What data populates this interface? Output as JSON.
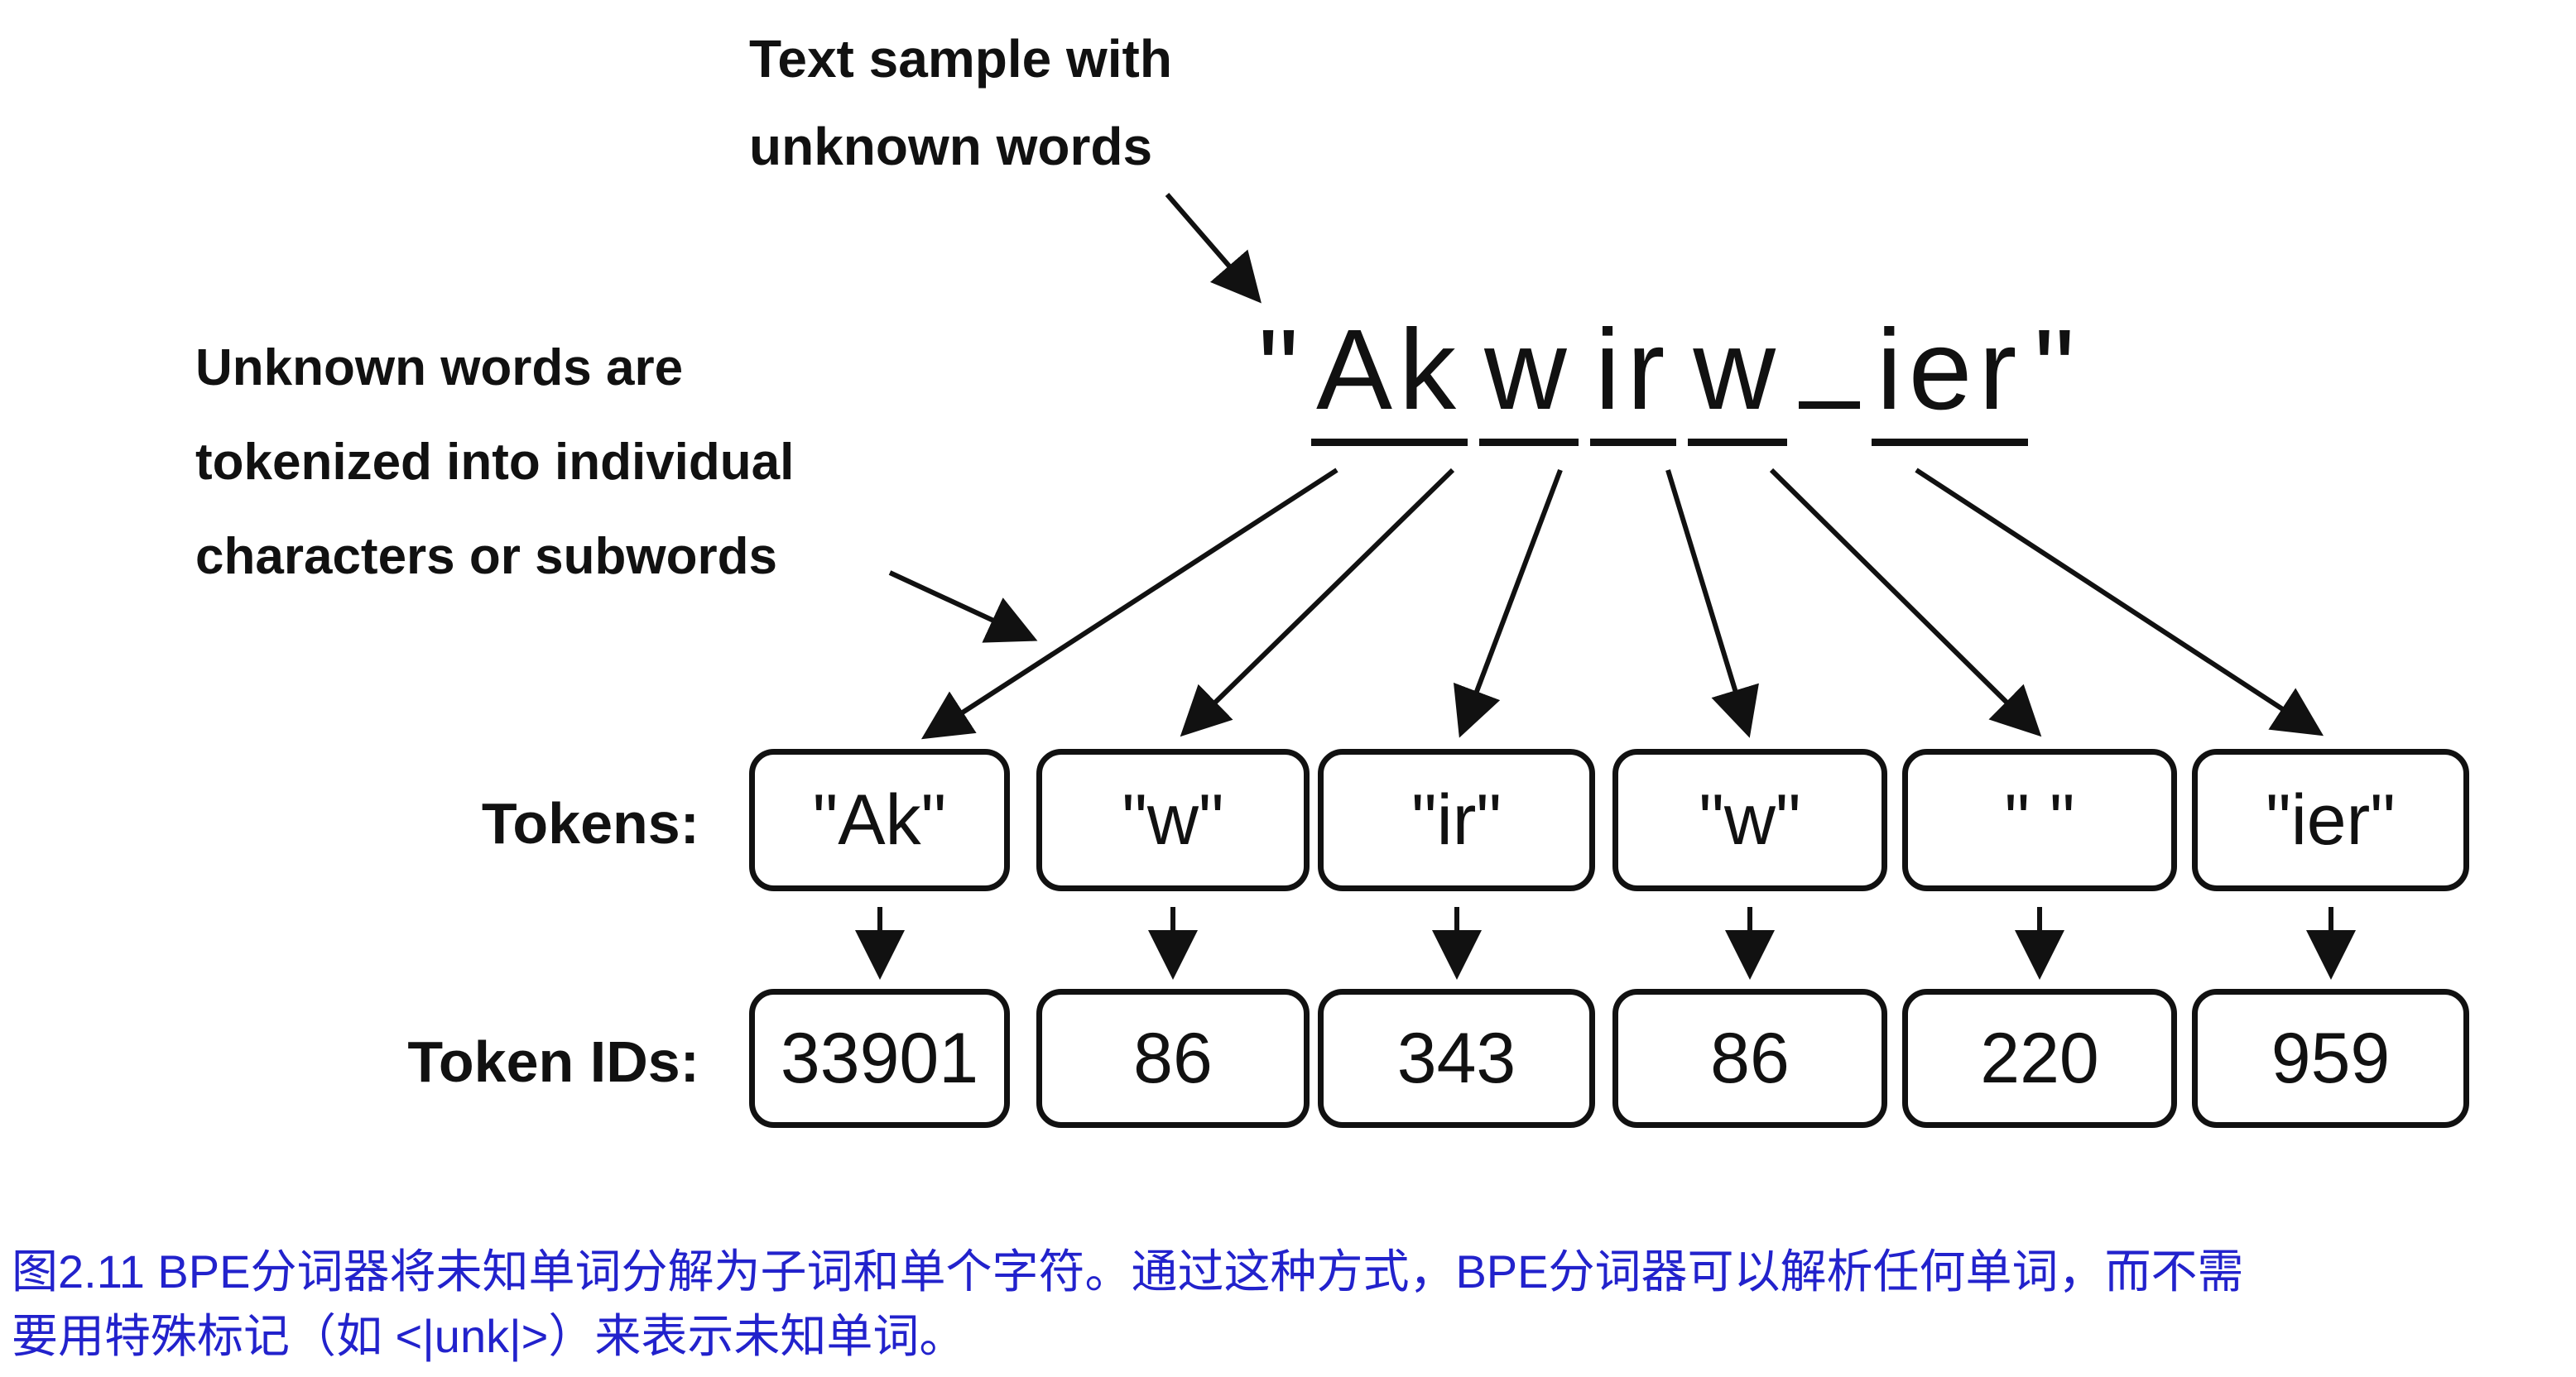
{
  "annotations": {
    "top": {
      "line1": "Text sample with",
      "line2": "unknown words"
    },
    "left": {
      "line1": "Unknown words are",
      "line2": "tokenized into individual",
      "line3": "characters or subwords"
    }
  },
  "sample": {
    "open_quote": "\"",
    "close_quote": "\"",
    "segments": [
      {
        "text": "Ak"
      },
      {
        "text": "w"
      },
      {
        "text": "ir"
      },
      {
        "text": "w"
      },
      {
        "text": " "
      },
      {
        "text": "ier"
      }
    ]
  },
  "labels": {
    "tokens": "Tokens:",
    "token_ids": "Token IDs:"
  },
  "tokens": [
    {
      "text": "\"Ak\"",
      "id": "33901"
    },
    {
      "text": "\"w\"",
      "id": "86"
    },
    {
      "text": "\"ir\"",
      "id": "343"
    },
    {
      "text": "\"w\"",
      "id": "86"
    },
    {
      "text": "\" \"",
      "id": "220"
    },
    {
      "text": "\"ier\"",
      "id": "959"
    }
  ],
  "caption": {
    "line1": "图2.11 BPE分词器将未知单词分解为子词和单个字符。通过这种方式，BPE分词器可以解析任何单词，而不需",
    "line2": "要用特殊标记（如 <|unk|>）来表示未知单词。"
  }
}
